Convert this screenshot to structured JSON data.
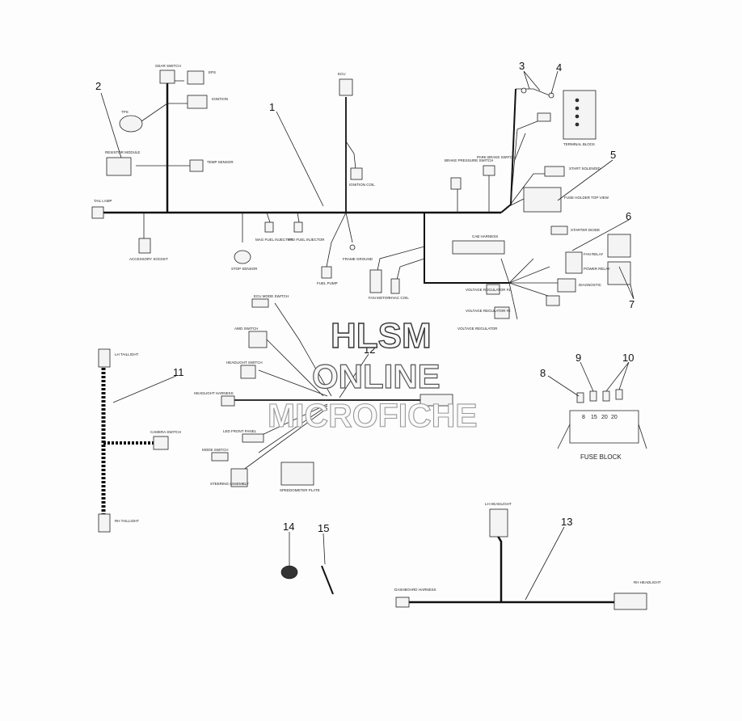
{
  "watermark": {
    "line1": "HLSM",
    "line2": "ONLINE",
    "line3": "MICROFICHE"
  },
  "callouts": [
    "1",
    "2",
    "3",
    "4",
    "5",
    "6",
    "7",
    "8",
    "9",
    "10",
    "11",
    "12",
    "13",
    "14",
    "15"
  ],
  "main_harness": {
    "tail_lamp": "TAIL LAMP",
    "gear_switch": "GEAR SWITCH",
    "eps": "EPS",
    "tps": "TPS",
    "ignition": "IGNITION",
    "resistor_module": "RESISTOR MODULE",
    "temp_sensor": "TEMP SENSOR",
    "accessory_socket": "ACCESSORY SOCKET",
    "stop_sensor": "STOP SENSOR",
    "mag_fuel_injector": "MAG FUEL INJECTOR",
    "pto_fuel_injector": "PTO FUEL INJECTOR",
    "fuel_pump": "FUEL PUMP",
    "frame_ground": "FRAME GROUND",
    "ecu": "ECU",
    "ignition_coil": "IGNITION COIL",
    "brake_pressure_switch": "BRAKE PRESSURE SWITCH",
    "park_brake_switch": "PARK BRAKE SWITCH",
    "terminal_block": "TERMINAL BLOCK",
    "start_solenoid": "START SOLENOID",
    "fuse_holder": "FUSE HOLDER TOP VIEW",
    "starter_diode": "STARTER DIODE",
    "cab_harness": "CAB HARNESS",
    "fan_relay": "FAN RELAY",
    "power_relay": "POWER RELAY",
    "diagnostic": "DIAGNOSTIC",
    "fan_motor": "FAN MOTOR",
    "hvac_coil": "HVAC COIL",
    "voltage_regulator_1": "VOLTAGE REGULATOR #1",
    "voltage_regulator_2": "VOLTAGE REGULATOR #2",
    "voltage_regulator_3": "VOLTAGE REGULATOR"
  },
  "cab_harness_sub": {
    "lh_taillight": "LH TAILLIGHT",
    "rh_taillight": "RH TAILLIGHT",
    "camera_switch": "CAMERA SWITCH",
    "ecu_mode_switch": "ECU MODE SWITCH",
    "awd_switch": "AWD SWITCH",
    "headlight_switch": "HEADLIGHT SWITCH",
    "headlight_harness": "HEADLIGHT HARNESS",
    "led_front_panel": "LED FRONT PANEL",
    "mode_switch": "MODE SWITCH",
    "steering_assembly": "STEERING ASSEMBLY",
    "speedometer": "SPEEDOMETER PLATE"
  },
  "fuse_block": {
    "label": "FUSE BLOCK",
    "fuses": [
      "8",
      "15",
      "20",
      "20"
    ]
  },
  "headlight_harness": {
    "lh": "LH HEADLIGHT",
    "rh": "RH HEADLIGHT",
    "dash": "DASHBOARD HARNESS"
  }
}
